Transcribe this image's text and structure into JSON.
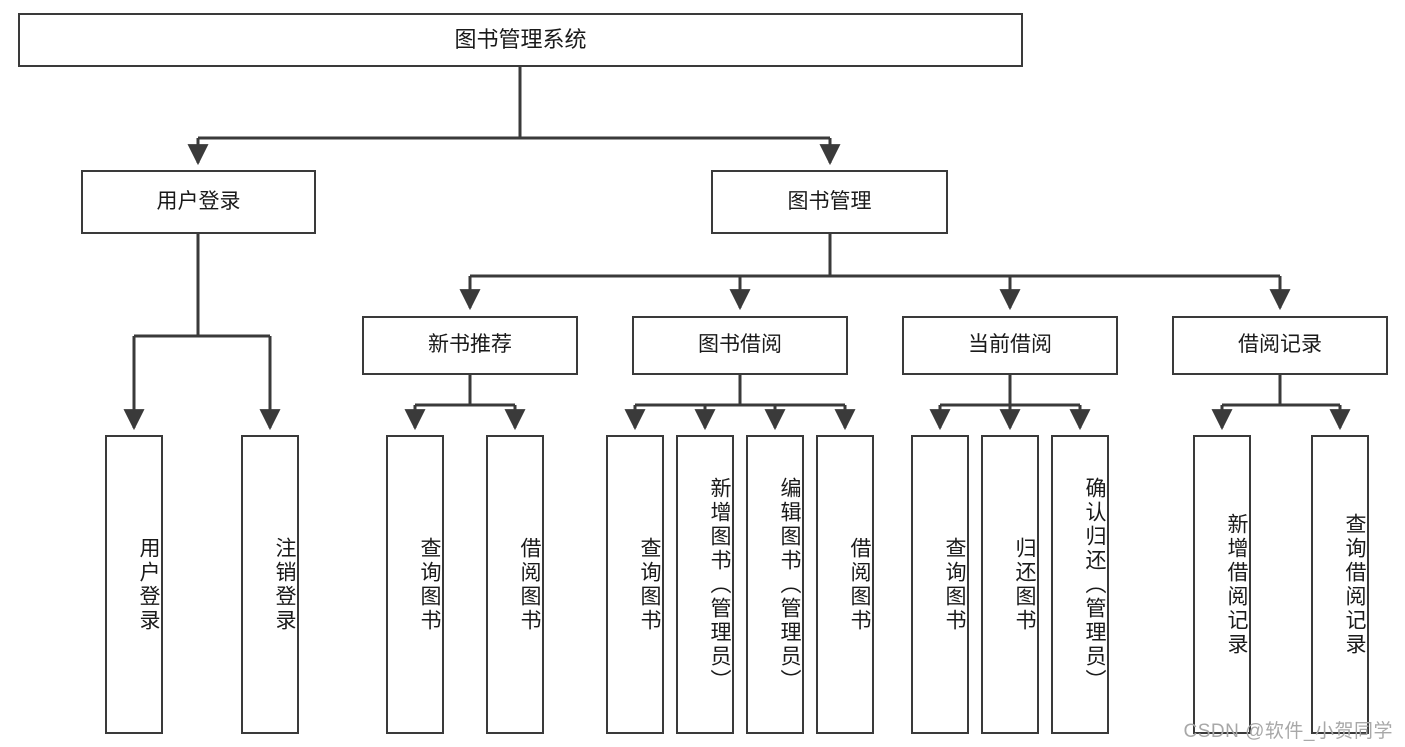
{
  "diagram": {
    "type": "tree-hierarchy",
    "title": "图书管理系统",
    "root": {
      "label": "图书管理系统",
      "name": "node-root-library-system"
    },
    "level2": [
      {
        "label": "用户登录",
        "name": "node-user-login"
      },
      {
        "label": "图书管理",
        "name": "node-book-management"
      }
    ],
    "level3": [
      {
        "label": "新书推荐",
        "name": "node-new-book-recommend"
      },
      {
        "label": "图书借阅",
        "name": "node-book-borrow"
      },
      {
        "label": "当前借阅",
        "name": "node-current-borrow"
      },
      {
        "label": "借阅记录",
        "name": "node-borrow-record"
      }
    ],
    "leaves": [
      {
        "label": "用户登录",
        "name": "leaf-user-login",
        "parent": "用户登录"
      },
      {
        "label": "注销登录",
        "name": "leaf-user-logout",
        "parent": "用户登录"
      },
      {
        "label": "查询图书",
        "name": "leaf-query-book-recommend",
        "parent": "新书推荐"
      },
      {
        "label": "借阅图书",
        "name": "leaf-borrow-book-recommend",
        "parent": "新书推荐"
      },
      {
        "label": "查询图书",
        "name": "leaf-query-book-borrow",
        "parent": "图书借阅"
      },
      {
        "label": "新增图书（管理员）",
        "name": "leaf-add-book-admin",
        "parent": "图书借阅"
      },
      {
        "label": "编辑图书（管理员）",
        "name": "leaf-edit-book-admin",
        "parent": "图书借阅"
      },
      {
        "label": "借阅图书",
        "name": "leaf-borrow-book",
        "parent": "图书借阅"
      },
      {
        "label": "查询图书",
        "name": "leaf-query-book-current",
        "parent": "当前借阅"
      },
      {
        "label": "归还图书",
        "name": "leaf-return-book",
        "parent": "当前借阅"
      },
      {
        "label": "确认归还（管理员）",
        "name": "leaf-confirm-return-admin",
        "parent": "当前借阅"
      },
      {
        "label": "新增借阅记录",
        "name": "leaf-add-borrow-record",
        "parent": "借阅记录"
      },
      {
        "label": "查询借阅记录",
        "name": "leaf-query-borrow-record",
        "parent": "借阅记录"
      }
    ],
    "watermark": "CSDN @软件_小贺同学",
    "colors": {
      "border": "#3a3a3a",
      "background": "#ffffff",
      "text": "#1a1a1a",
      "connector": "#3a3a3a",
      "watermark": "#a8a8a8"
    }
  }
}
